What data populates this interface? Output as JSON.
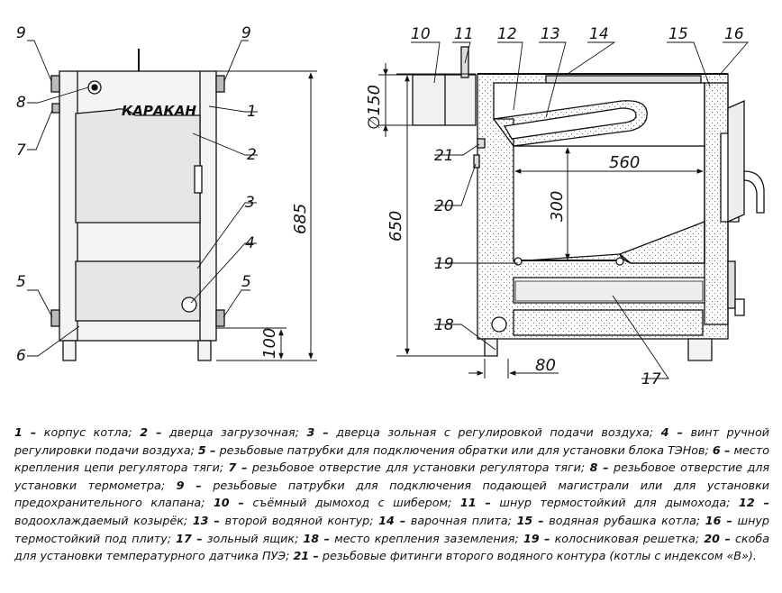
{
  "brand": "КАРАКАН",
  "dimensions": {
    "front_height": "685",
    "front_leg": "100",
    "side_height": "650",
    "chimney_diameter": "∅150",
    "firebox_depth": "560",
    "firebox_height": "300",
    "side_leg": "80"
  },
  "callouts": {
    "front": [
      "9",
      "9",
      "8",
      "1",
      "7",
      "2",
      "3",
      "4",
      "5",
      "5",
      "6"
    ],
    "side": [
      "10",
      "11",
      "12",
      "13",
      "14",
      "15",
      "16",
      "21",
      "20",
      "19",
      "18",
      "17"
    ]
  },
  "legend": [
    {
      "n": "1",
      "t": "корпус котла;"
    },
    {
      "n": "2",
      "t": "дверца загрузочная;"
    },
    {
      "n": "3",
      "t": "дверца зольная с регулировкой подачи воздуха;"
    },
    {
      "n": "4",
      "t": "винт ручной регулировки подачи воздуха;"
    },
    {
      "n": "5",
      "t": "резьбовые патрубки для подключения обратки или для установки блока ТЭНов;"
    },
    {
      "n": "6",
      "t": "место крепления цепи регулятора тяги;"
    },
    {
      "n": "7",
      "t": "резьбовое отверстие  для установки регулятора тяги;"
    },
    {
      "n": "8",
      "t": "резьбовое отверстие для установки термометра;"
    },
    {
      "n": "9",
      "t": "резьбовые патрубки для подключения подающей магистрали или для установки предохранительного клапана;"
    },
    {
      "n": "10",
      "t": "съёмный дымоход с шибером;"
    },
    {
      "n": "11",
      "t": "шнур термостойкий для дымохода;"
    },
    {
      "n": "12",
      "t": "водоохлаждаемый козырёк;"
    },
    {
      "n": "13",
      "t": "второй водяной контур;"
    },
    {
      "n": "14",
      "t": "варочная плита;"
    },
    {
      "n": "15",
      "t": "водяная рубашка котла;"
    },
    {
      "n": "16",
      "t": "шнур термостойкий под плиту;"
    },
    {
      "n": "17",
      "t": "зольный ящик;"
    },
    {
      "n": "18",
      "t": "место крепления заземления;"
    },
    {
      "n": "19",
      "t": "колосниковая решетка;"
    },
    {
      "n": "20",
      "t": "скоба для установки температурного датчика ПУЭ;"
    },
    {
      "n": "21",
      "t": "резьбовые фитинги второго водяного контура (котлы с индексом «В»)."
    }
  ]
}
